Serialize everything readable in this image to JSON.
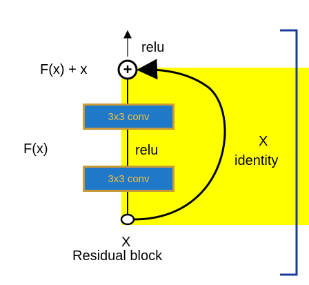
{
  "diagram": {
    "output_activation": "relu",
    "sum_label": "F(x) + x",
    "sum_symbol": "+",
    "residual_label": "F(x)",
    "conv_top": "3x3 conv",
    "conv_bottom": "3x3 conv",
    "mid_activation": "relu",
    "shortcut_label": "X",
    "shortcut_sublabel": "identity",
    "input_label": "X",
    "caption": "Residual block",
    "colors": {
      "highlight": "#ffff00",
      "conv_fill": "#1f78c8",
      "conv_border": "#c99a3a",
      "conv_text": "#f0c040",
      "bracket": "#1a3a9e"
    }
  }
}
